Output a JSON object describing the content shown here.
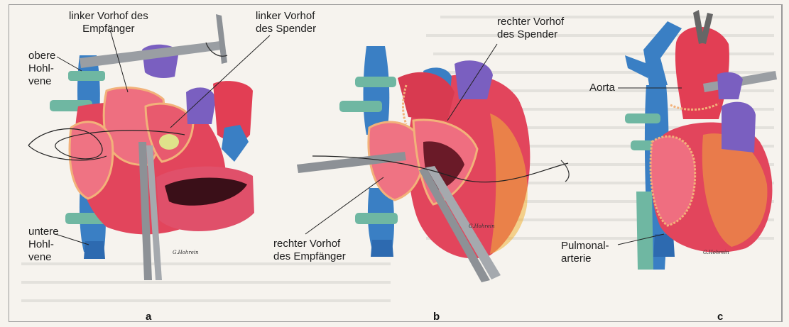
{
  "labels": {
    "linker_vorhof_empfaenger": "linker Vorhof des\nEmpfänger",
    "linker_vorhof_spender": "linker Vorhof\ndes Spender",
    "obere_hohlvene": "obere\nHohl-\nvene",
    "untere_hohlvene": "untere\nHohl-\nvene",
    "rechter_vorhof_spender": "rechter Vorhof\ndes Spender",
    "rechter_vorhof_empfaenger": "rechter Vorhof\ndes Empfänger",
    "aorta": "Aorta",
    "pulmonalarterie": "Pulmonal-\narterie"
  },
  "panels": [
    "a",
    "b",
    "c"
  ],
  "signature": "G.Hohrein",
  "colors": {
    "heart_red": "#e2455c",
    "atrium_pink": "#ee6f80",
    "vessel_blue": "#3a7fc4",
    "vessel_purple": "#7a5fc0",
    "clamp_green": "#6fb7a2",
    "fat_yellow": "#e6c84a",
    "instrument_gray": "#8d9196"
  }
}
